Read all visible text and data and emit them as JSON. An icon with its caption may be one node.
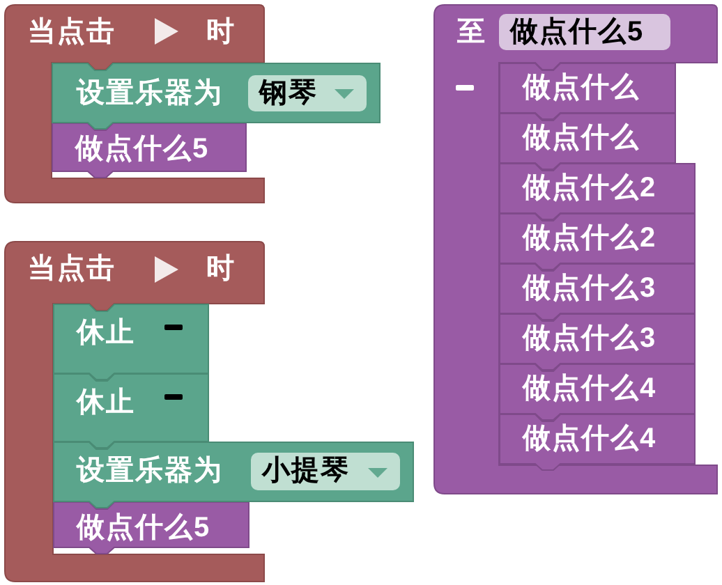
{
  "diagram": {
    "nodes": [
      {
        "text": [
          "当点击",
          "时"
        ]
      },
      {
        "text": [
          "设置乐器为"
        ]
      },
      {
        "text": [
          "钢琴"
        ],
        "in": 1
      },
      {
        "text": [
          "做点什么5"
        ],
        "in": 0
      },
      {
        "text": [
          "当点击",
          "时"
        ]
      },
      {
        "text": [
          "休止"
        ],
        "in": 4
      },
      {
        "text": [
          "休止"
        ],
        "in": 4
      },
      {
        "text": [
          "设置乐器为"
        ]
      },
      {
        "text": [
          "小提琴"
        ],
        "in": 7
      },
      {
        "text": [
          "做点什么5"
        ],
        "in": 4
      },
      {
        "text": [
          "至"
        ]
      },
      {
        "text": [
          "做点什么5"
        ],
        "in": 10
      },
      {
        "text": [
          "做点什么"
        ],
        "in": 10
      },
      {
        "text": [
          "做点什么"
        ],
        "in": 10
      },
      {
        "text": [
          "做点什么2"
        ],
        "in": 10
      },
      {
        "text": [
          "做点什么2"
        ],
        "in": 10
      },
      {
        "text": [
          "做点什么3"
        ],
        "in": 10
      },
      {
        "text": [
          "做点什么3"
        ],
        "in": 10
      },
      {
        "text": [
          "做点什么4"
        ],
        "in": 10
      },
      {
        "text": [
          "做点什么4"
        ],
        "in": 10
      }
    ]
  }
}
